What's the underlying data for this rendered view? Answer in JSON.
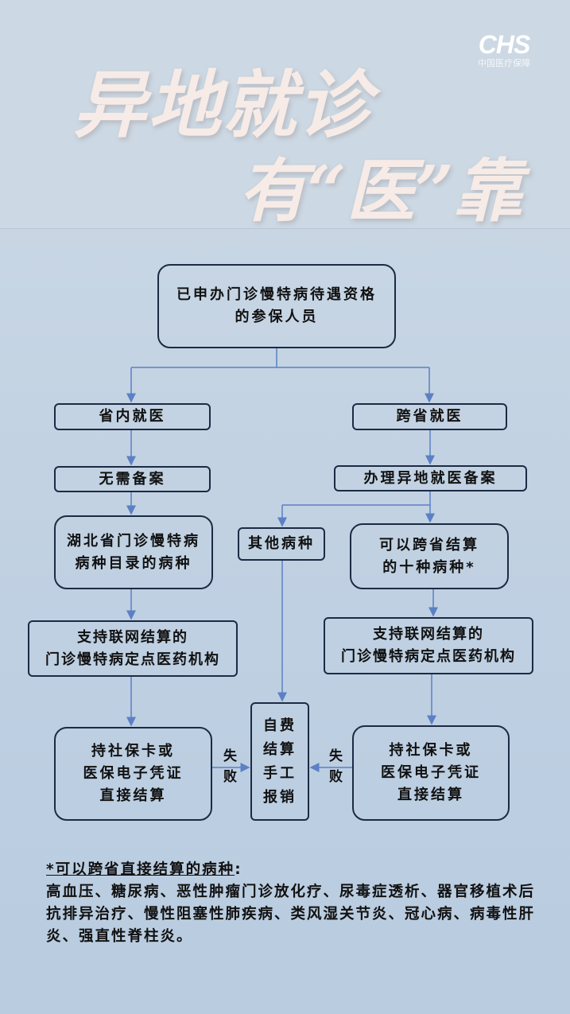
{
  "header": {
    "title_line1": "异地就诊",
    "title_line2": "有“医”靠",
    "logo_mark": "CHS",
    "logo_text": "中国医疗保障"
  },
  "flow": {
    "top": "已申办门诊慢特病待遇资格\n的参保人员",
    "in_province": "省内就医",
    "cross_province": "跨省就医",
    "no_filing": "无需备案",
    "do_filing": "办理异地就医备案",
    "hubei_catalog": "湖北省门诊慢特病\n病种目录的病种",
    "other_diseases": "其他病种",
    "ten_diseases": "可以跨省结算\n的十种病种*",
    "left_institution": "支持联网结算的\n门诊慢特病定点医药机构",
    "right_institution": "支持联网结算的\n门诊慢特病定点医药机构",
    "left_settle": "持社保卡或\n医保电子凭证\n直接结算",
    "self_pay": "自费\n结算\n手工\n报销",
    "right_settle": "持社保卡或\n医保电子凭证\n直接结算",
    "fail_left": "失败",
    "fail_right": "失败"
  },
  "note": {
    "title": "*可以跨省直接结算的病种",
    "colon": ":",
    "body": "高血压、糖尿病、恶性肿瘤门诊放化疗、尿毒症透析、器官移植术后抗排异治疗、慢性阻塞性肺疾病、类风湿关节炎、冠心病、病毒性肝炎、强直性脊柱炎。"
  },
  "colors": {
    "arrow": "#5b80c4",
    "border": "#1d2a44"
  }
}
